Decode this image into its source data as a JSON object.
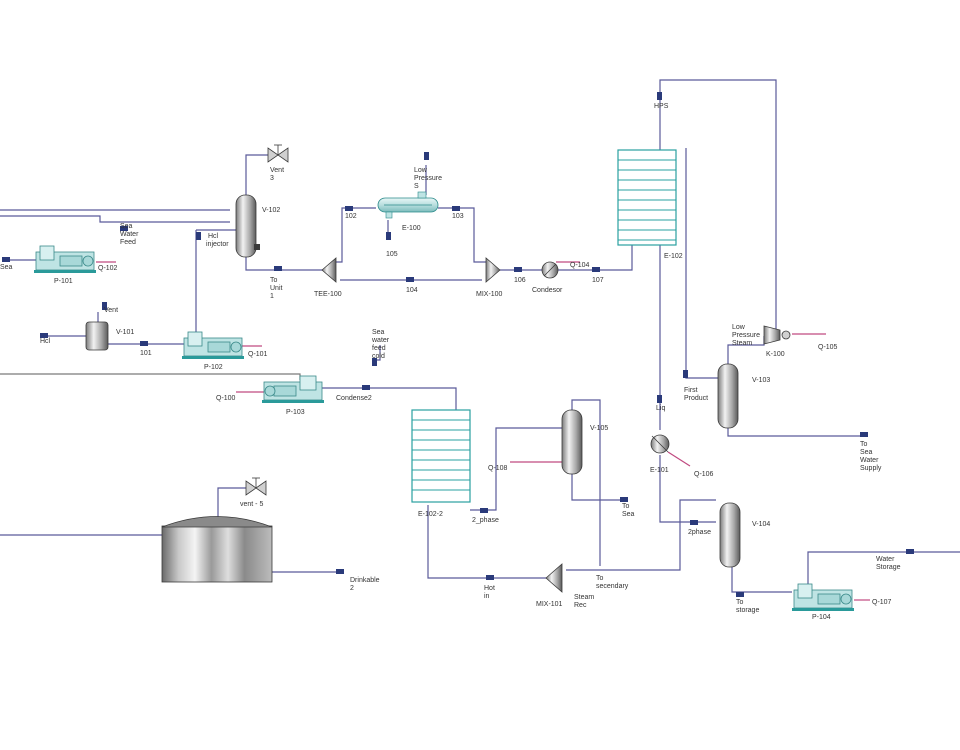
{
  "colors": {
    "pipe": "#5a5a9a",
    "energy": "#c04a80",
    "pump_body": "#bfe4e4",
    "exchanger": "#2aa0a0",
    "vessel": "#9a9a9a"
  },
  "labels": {
    "sea": "Sea",
    "sea_water_feed": [
      "Sea",
      "Water",
      "Feed"
    ],
    "q102": "Q-102",
    "p101": "P-101",
    "hcl_left": "Hcl",
    "vent": "Vent",
    "v101": "V-101",
    "s101": "101",
    "p102": "P-102",
    "q101": "Q-101",
    "vent3": [
      "Vent",
      "3"
    ],
    "v102": "V-102",
    "hcl_injector": [
      "Hcl",
      "injector"
    ],
    "to_unit": [
      "To",
      "Unit",
      "1"
    ],
    "tee100": "TEE-100",
    "s102": "102",
    "low_pressure_s": [
      "Low",
      "Pressure",
      "S"
    ],
    "e100": "E-100",
    "s103": "103",
    "s105": "105",
    "s104": "104",
    "mix100": "MIX-100",
    "s106": "106",
    "condesor": "Condesor",
    "q104": "Q-104",
    "s107": "107",
    "hps": "HPS",
    "e102": "E-102",
    "low_pressure_steam": [
      "Low",
      "Pressure",
      "Steam"
    ],
    "k100": "K-100",
    "q105": "Q-105",
    "first_product": [
      "First",
      "Product"
    ],
    "v103": "V-103",
    "to_sea_water_supply": [
      "To",
      "Sea",
      "Water",
      "Supply"
    ],
    "q100": "Q-100",
    "p103": "P-103",
    "condense2": "Condense2",
    "sea_water_feed_cold": [
      "Sea",
      "water",
      "feed",
      "cold"
    ],
    "e102_2": "E-102-2",
    "q108": "Q-108",
    "v105": "V-105",
    "to_sea": [
      "To",
      "Sea"
    ],
    "two_phase": "2_phase",
    "liq": "Liq",
    "e101": "E-101",
    "q106": "Q-106",
    "two_phase_b": "2phase",
    "v104": "V-104",
    "vent5": "vent - 5",
    "drinkable": [
      "Drinkable",
      "2"
    ],
    "hot_in": [
      "Hot",
      "in"
    ],
    "mix101": "MIX-101",
    "steam_rec": [
      "Steam",
      "Rec"
    ],
    "to_secendary": [
      "To",
      "secendary"
    ],
    "to_storage": [
      "To",
      "storage"
    ],
    "p104": "P-104",
    "q107": "Q-107",
    "water_storage": [
      "Water",
      "Storage"
    ]
  }
}
